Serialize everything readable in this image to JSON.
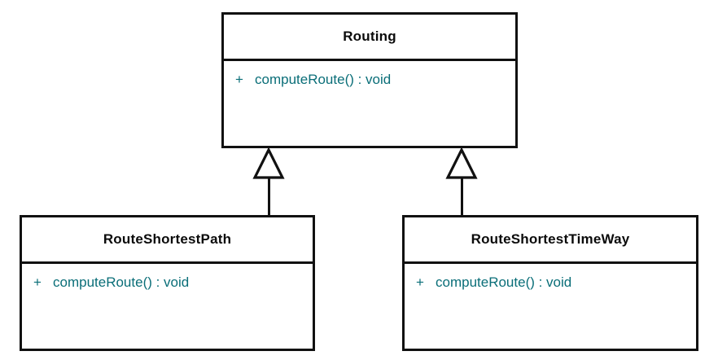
{
  "diagram": {
    "type": "uml-class-diagram",
    "classes": [
      {
        "id": "routing",
        "name": "Routing",
        "members": [
          {
            "visibility": "+",
            "signature": "computeRoute() : void"
          }
        ]
      },
      {
        "id": "route-shortest-path",
        "name": "RouteShortestPath",
        "members": [
          {
            "visibility": "+",
            "signature": "computeRoute() : void"
          }
        ]
      },
      {
        "id": "route-shortest-time-way",
        "name": "RouteShortestTimeWay",
        "members": [
          {
            "visibility": "+",
            "signature": "computeRoute() : void"
          }
        ]
      }
    ],
    "relationships": [
      {
        "type": "generalization",
        "from": "route-shortest-path",
        "to": "routing"
      },
      {
        "type": "generalization",
        "from": "route-shortest-time-way",
        "to": "routing"
      }
    ],
    "colors": {
      "border": "#111111",
      "class_name_text": "#0b0b0b",
      "member_text": "#0a6e78",
      "background": "#ffffff"
    }
  }
}
